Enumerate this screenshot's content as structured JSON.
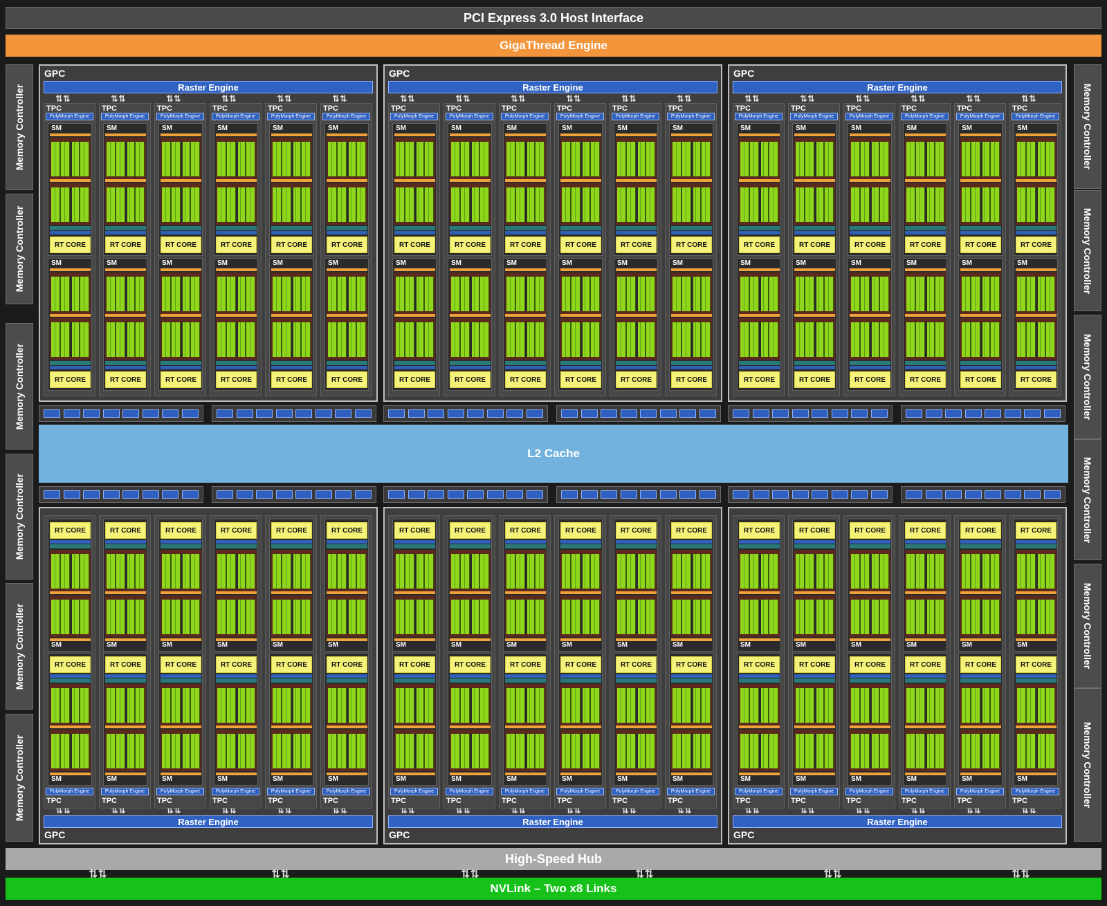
{
  "header": {
    "host_interface": "PCI Express 3.0 Host Interface",
    "gigathread": "GigaThread Engine"
  },
  "memory_controller_label": "Memory Controller",
  "gpc": {
    "label": "GPC",
    "raster_engine": "Raster Engine",
    "tpc_label": "TPC",
    "polymorph_engine": "PolyMorph Engine",
    "sm_label": "SM",
    "rt_core": "RT CORE"
  },
  "l2_cache": "L2 Cache",
  "footer": {
    "hub": "High-Speed Hub",
    "nvlink": "NVLink – Two x8 Links"
  },
  "colors": {
    "gigathread": "#f3953b",
    "l2_cache": "#73b2dd",
    "nvlink": "#16c21a",
    "rt_core": "#f5f27a",
    "raster_engine": "#2f62c2",
    "cuda_cores": "#8fd61d"
  }
}
